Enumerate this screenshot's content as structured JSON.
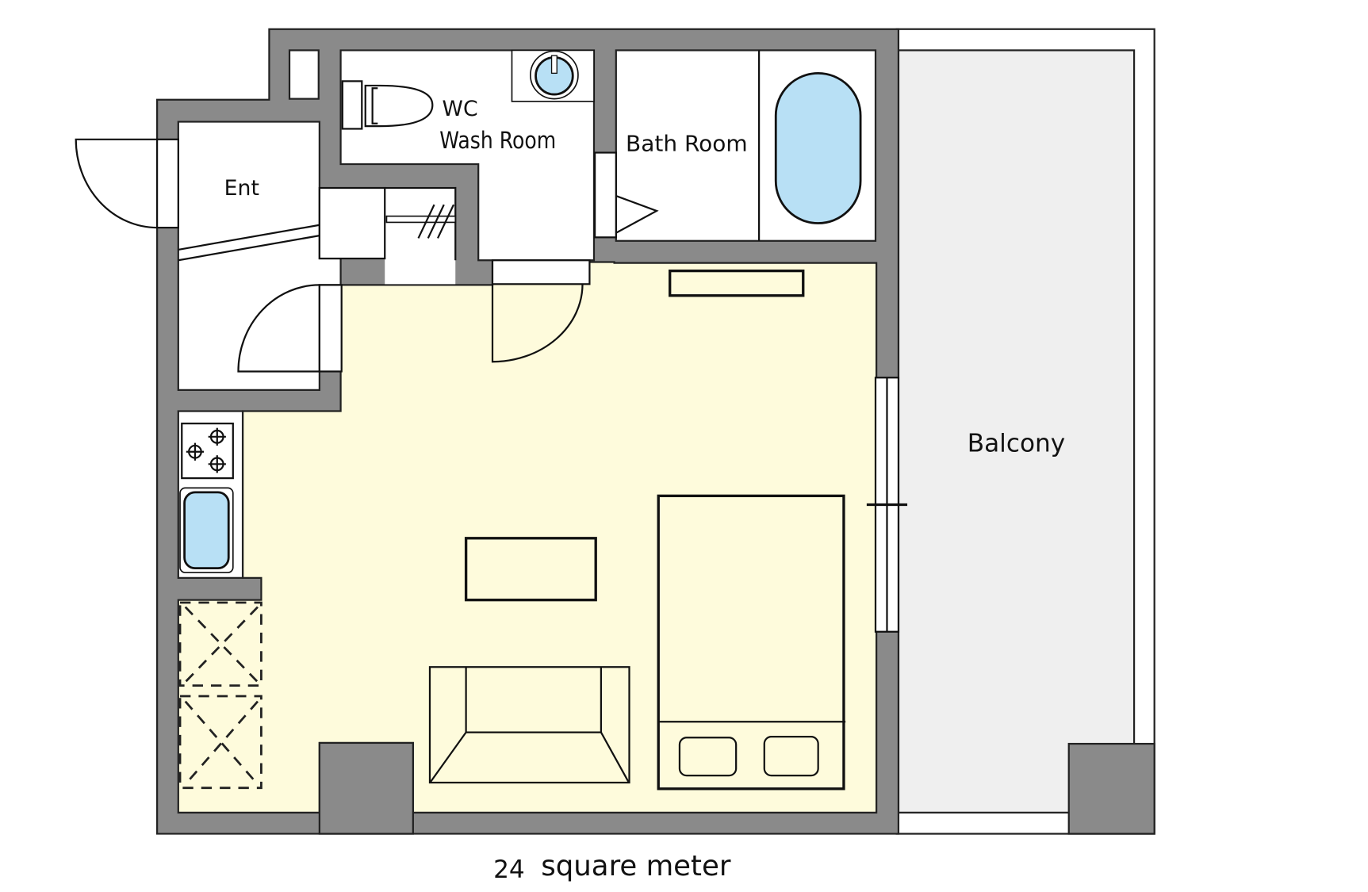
{
  "floorplan": {
    "rooms": {
      "entrance": "Ent",
      "wc": "WC",
      "wash_room": "Wash Room",
      "bath_room": "Bath Room",
      "balcony": "Balcony"
    },
    "area": {
      "value": "24",
      "unit": "square meter"
    },
    "colors": {
      "wall": "#8a8a8a",
      "living_floor": "#fefbdc",
      "balcony_floor": "#efefef",
      "water_fixtures": "#b8e0f5",
      "background": "#ffffff"
    },
    "fixtures": [
      "toilet",
      "wash-basin",
      "bathtub",
      "gas-stove",
      "kitchen-sink",
      "closet",
      "table",
      "sofa",
      "bed",
      "sliding-window",
      "tv-stand"
    ]
  }
}
